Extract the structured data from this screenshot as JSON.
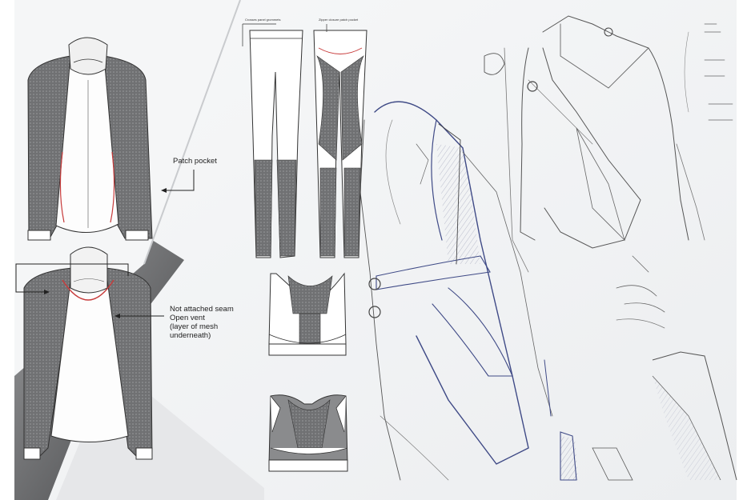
{
  "labels": {
    "patch_pocket": "Patch pocket",
    "seam_line1": "Not attached seam",
    "seam_line2": "Open vent",
    "seam_line3": "(layer of mesh",
    "seam_line4": "underneath)",
    "leg_left": "Crosses panel grommets",
    "leg_right": "Zipper closure patch pocket"
  },
  "colors": {
    "paper": "#f3f4f6",
    "shadow": "#5f6062",
    "sleeve": "#77787a",
    "stitch": "#c73b3b",
    "pen": "#3f4a86"
  }
}
